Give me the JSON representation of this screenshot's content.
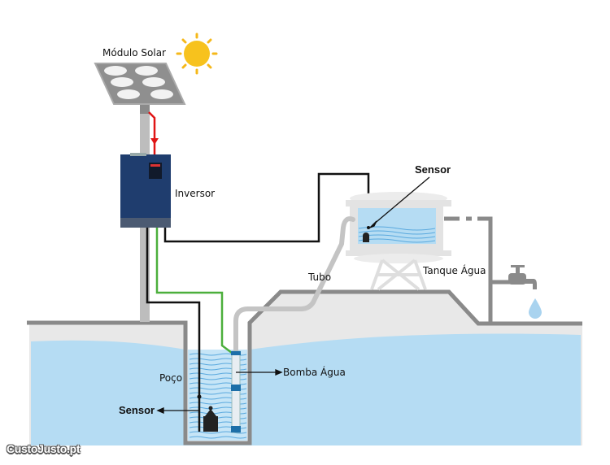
{
  "labels": {
    "solar_module": "Módulo Solar",
    "inverter": "Inversor",
    "tank_sensor": "Sensor",
    "pipe": "Tubo",
    "water_tank": "Tanque Água",
    "well": "Poço",
    "water_pump": "Bomba Água",
    "well_sensor": "Sensor"
  },
  "watermark": "CustoJusto.pt",
  "colors": {
    "water": "#b5dcf3",
    "ground": "#e8e8e8",
    "structure": "#8a8a8a",
    "inverter": "#1f3d6e",
    "power_wire": "#e01515",
    "signal_wire": "#111111",
    "ground_wire": "#4caf3c",
    "sun": "#f7c21d"
  }
}
